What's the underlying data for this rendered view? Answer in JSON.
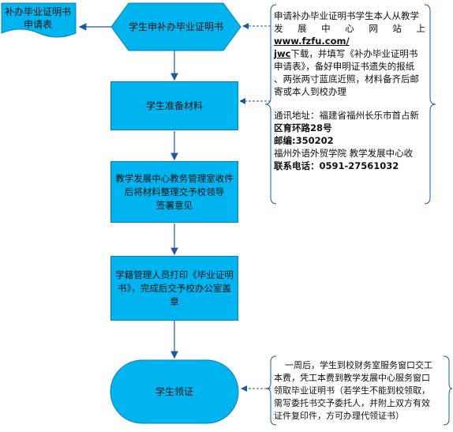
{
  "diagram": {
    "doc_node": {
      "lines": [
        "补办毕业证明书",
        "申请表"
      ]
    },
    "start_node": "学生申补办毕业证明书",
    "step1": "学生准备材料",
    "step2": [
      "教学发展中心教务管理室收件",
      "后将材料整理交予校领导",
      "签署意见"
    ],
    "step3": [
      "学籍管理人员打印《毕业证明",
      "书》，完成后交予校办公室盖",
      "章"
    ],
    "end_node": "学生领证",
    "note1": {
      "p1_lines": [
        "申请补办毕业证明书学生本人从教学",
        "发 展 中 心 网 站 上"
      ],
      "p1_url1": "www.fzfu.com/",
      "p1_url2": "jwc",
      "p1_after_url": "下载，并填写《补办毕业证明书",
      "p1_rest": [
        "申请表》，备好申明证书遗失的报纸",
        "、两张两寸蓝底近照，材料备齐后邮",
        "寄或本人到校办理"
      ],
      "addr_label": "通讯地址：福建省福州长乐市首占新",
      "addr_line2": "区育环路28号",
      "postcode": "邮编:350202",
      "org_line1": "福州外语外贸学院 教学发展中心收",
      "org_line2": "联系电话：0591-27561032"
    },
    "note2": {
      "lines": [
        "    一周后，学生到校财务室服务窗口交工",
        "本费，凭工本费到教学发展中心服务窗口",
        "领取毕业证明书（若学生不能到校领取，",
        "需写委托书交予委托人，并附上双方有效",
        "证件复印件，方可办理代领证书）"
      ]
    }
  }
}
